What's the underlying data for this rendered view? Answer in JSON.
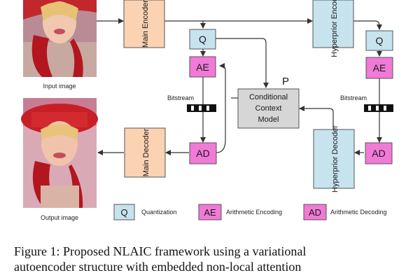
{
  "images": {
    "input_label": "Input image",
    "output_label": "Output image"
  },
  "blocks": {
    "main_encoder": "Main Encoder",
    "main_decoder": "Main Decoder",
    "hyper_encoder": "Hyperprior Encoder",
    "hyper_decoder": "Hyperprior Decoder",
    "ccm_line1": "Conditional",
    "ccm_line2": "Context",
    "ccm_line3": "Model",
    "p_label": "P",
    "q": "Q",
    "ae": "AE",
    "ad": "AD",
    "bitstream": "Bitstream"
  },
  "legend": {
    "q_key": "Q",
    "q_text": "Quantization",
    "ae_key": "AE",
    "ae_text": "Arithmetic Encoding",
    "ad_key": "AD",
    "ad_text": "Arithmetic Decoding"
  },
  "caption": {
    "line1": "Figure 1: Proposed NLAIC framework using a variational",
    "line2": "autoencoder structure with embedded non-local attention"
  },
  "colors": {
    "orange": "#fbd3b2",
    "blue": "#c6e3ee",
    "magenta": "#f07ad6",
    "gray": "#d6d6d6"
  }
}
